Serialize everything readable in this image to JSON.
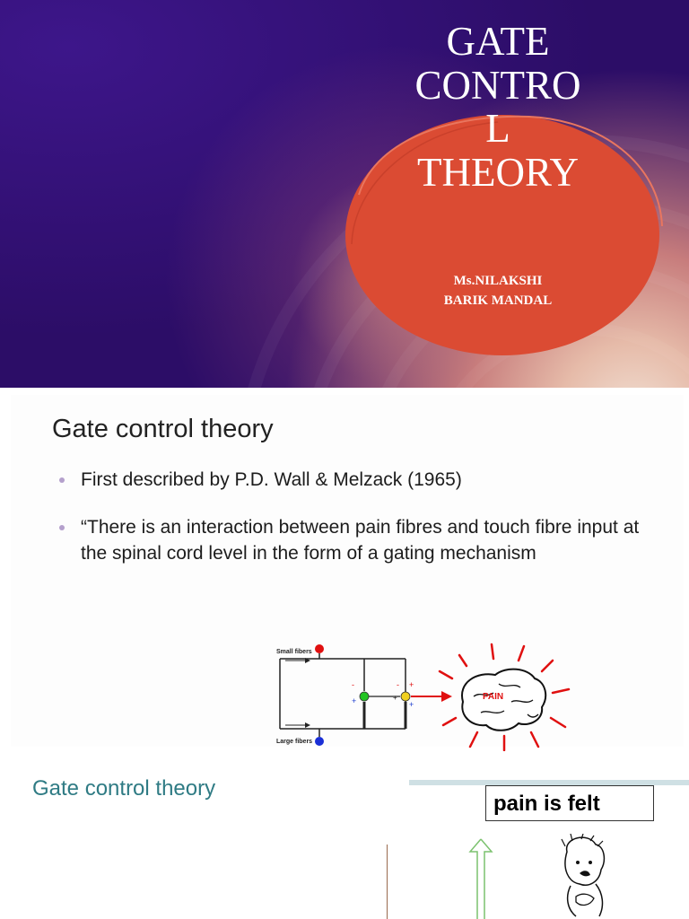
{
  "slide1": {
    "title": "GATE\nCONTRO\nL\nTHEORY",
    "author_line1": "Ms.NILAKSHI",
    "author_line2": "BARIK MANDAL",
    "accent_color": "#db4b33"
  },
  "slide2": {
    "title": "Gate control theory",
    "bullets": [
      "First described by P.D. Wall & Melzack (1965)",
      "“There is an interaction between pain fibres and touch fibre input at the spinal cord level in the form of a gating mechanism"
    ],
    "diagram": {
      "small_fibers_label": "Small fibers",
      "large_fibers_label": "Large fibers",
      "brain_label": "PAIN"
    }
  },
  "slide3": {
    "title": "Gate control theory",
    "pain_box_text": "pain is felt",
    "title_color": "#2f7b84"
  }
}
